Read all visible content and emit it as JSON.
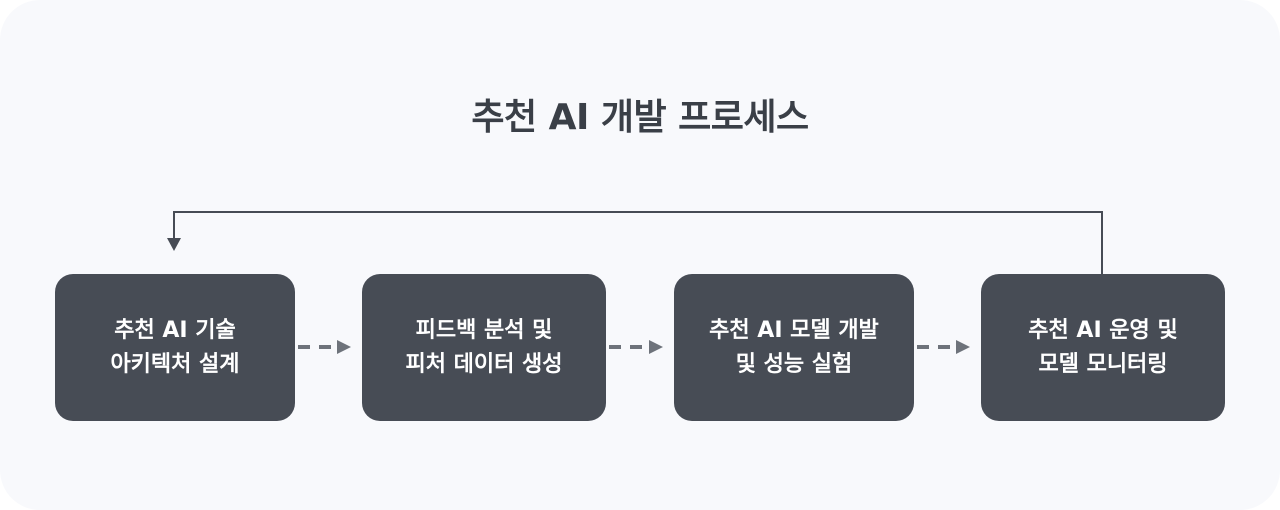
{
  "title": "추천 AI 개발 프로세스",
  "steps": [
    {
      "label": "추천 AI 기술\n아키텍처 설계"
    },
    {
      "label": "피드백 분석 및\n피처 데이터 생성"
    },
    {
      "label": "추천 AI 모델 개발\n및 성능 실험"
    },
    {
      "label": "추천 AI 운영 및\n모델 모니터링"
    }
  ],
  "colors": {
    "background": "#f8f9fc",
    "step_fill": "#474c55",
    "title_text": "#3a3f47",
    "arrow": "#6e737b",
    "loop_line": "#474c55"
  }
}
